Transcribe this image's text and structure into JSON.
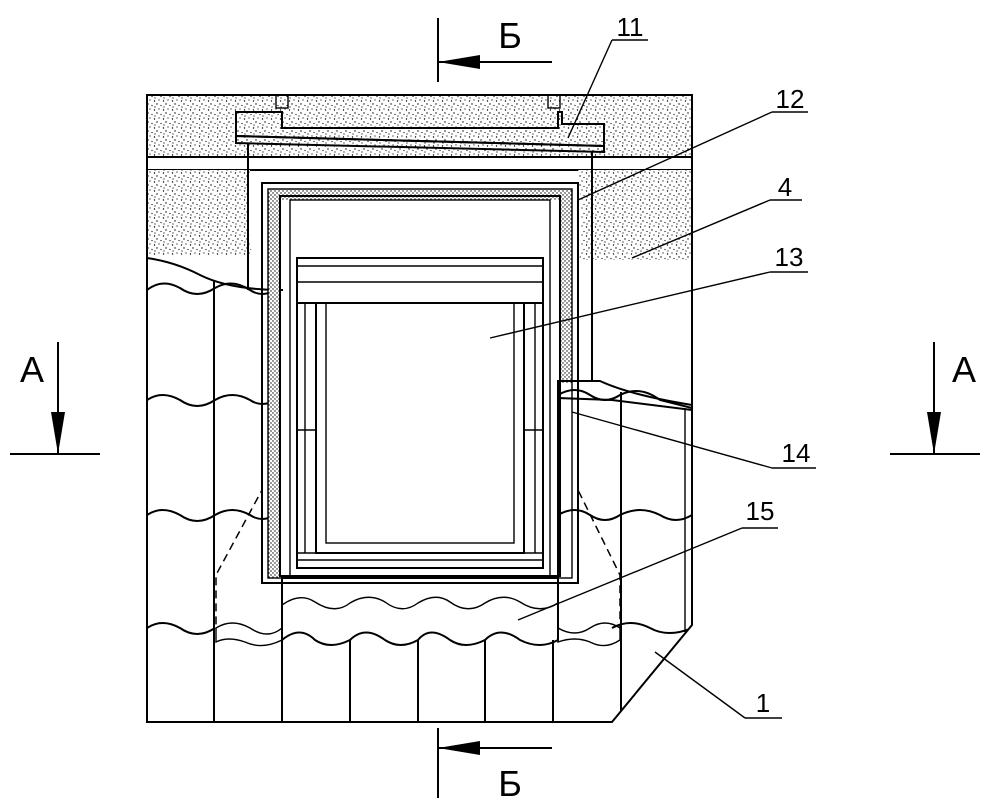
{
  "section_marks": {
    "b_top": "Б",
    "b_bottom": "Б",
    "a_left": "А",
    "a_right": "А"
  },
  "callouts": [
    {
      "id": "c11",
      "label": "11"
    },
    {
      "id": "c12",
      "label": "12"
    },
    {
      "id": "c4",
      "label": "4"
    },
    {
      "id": "c13",
      "label": "13"
    },
    {
      "id": "c14",
      "label": "14"
    },
    {
      "id": "c15",
      "label": "15"
    },
    {
      "id": "c1",
      "label": "1"
    }
  ]
}
